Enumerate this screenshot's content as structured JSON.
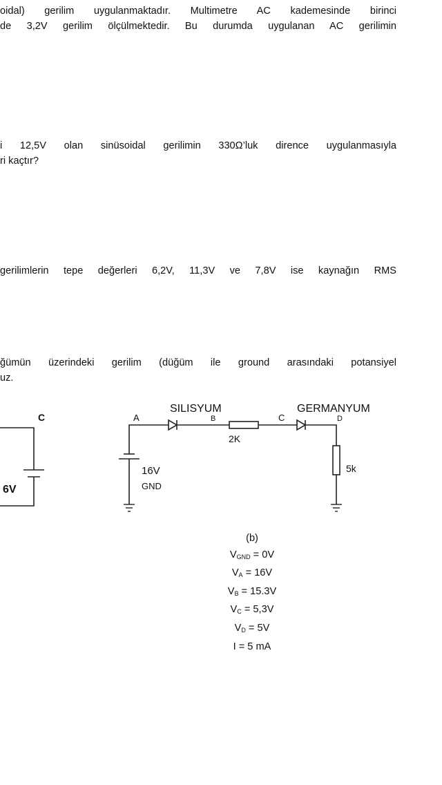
{
  "q1": {
    "line1": "oidal) gerilim uygulanmaktadır. Multimetre AC kademesinde birinci",
    "line2": "de 3,2V gerilim ölçülmektedir. Bu durumda uygulanan AC gerilimin"
  },
  "q2": {
    "line1": "i 12,5V olan sinüsoidal gerilimin 330Ω’luk dirence uygulanmasıyla",
    "line2": "ri kaçtır?"
  },
  "q3": {
    "line1": "gerilimlerin tepe değerleri 6,2V, 11,3V ve 7,8V ise kaynağın RMS"
  },
  "q4": {
    "line1": "ğümün üzerindeki gerilim (düğüm ile ground arasındaki potansiyel",
    "line2": "uz."
  },
  "circuit_a": {
    "node_c": "C",
    "source_value": "6V"
  },
  "circuit_b": {
    "node_a": "A",
    "node_b": "B",
    "node_c": "C",
    "node_d": "D",
    "diode1_label": "SILISYUM",
    "diode2_label": "GERMANYUM",
    "resistor1": "2K",
    "resistor2": "5k",
    "source_value": "16V",
    "ground_label": "GND"
  },
  "answers": {
    "caption": "(b)",
    "v_gnd_sub": "GND",
    "v_gnd_val": " = 0V",
    "v_a_sub": "A",
    "v_a_val": " = 16V",
    "v_b_sub": "B",
    "v_b_val": " = 15.3V",
    "v_c_sub": "C",
    "v_c_val": " = 5,3V",
    "v_d_sub": "D",
    "v_d_val": " = 5V",
    "current": "I = 5 mA"
  }
}
